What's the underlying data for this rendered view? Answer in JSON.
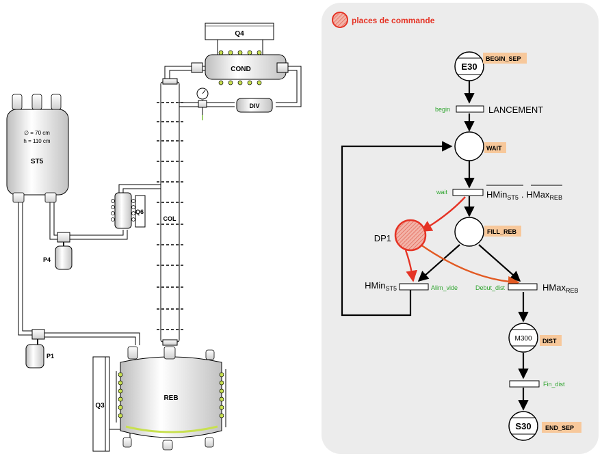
{
  "colors": {
    "panel_bg": "#ececec",
    "label_bg": "#f7c89b",
    "command_red": "#e53325",
    "transition_green": "#2fa52f",
    "coil_yellow": "#c8e050",
    "line_black": "#000000"
  },
  "plant": {
    "condenser_label": "COND",
    "condenser_cooling_label": "Q4",
    "divider_label": "DIV",
    "column_label": "COL",
    "tank_label": "ST5",
    "tank_diameter": "∅ = 70 cm",
    "tank_height": "h = 110 cm",
    "preheater_label": "Q6",
    "pump_p4_label": "P4",
    "pump_p1_label": "P1",
    "reboiler_label": "REB",
    "reboiler_heater_label": "Q3"
  },
  "petri": {
    "legend_label": "places de commande",
    "places": {
      "begin_token": "E30",
      "begin_label": "BEGIN_SEP",
      "wait_label": "WAIT",
      "fill_label": "FILL_REB",
      "dp1_label": "DP1",
      "dist_token": "M300",
      "dist_label": "DIST",
      "end_token": "S30",
      "end_label": "END_SEP"
    },
    "transitions": {
      "begin_name": "begin",
      "begin_cond": "LANCEMENT",
      "wait_name": "wait",
      "wait_cond_a": "HMin",
      "wait_cond_a_sub": "ST5",
      "wait_cond_sep": ".",
      "wait_cond_b": "HMax",
      "wait_cond_b_sub": "REB",
      "alim_name": "Alim_vide",
      "alim_cond": "HMin",
      "alim_cond_sub": "ST5",
      "debut_name": "Debut_dist",
      "debut_cond": "HMax",
      "debut_cond_sub": "REB",
      "fin_name": "Fin_dist"
    }
  }
}
